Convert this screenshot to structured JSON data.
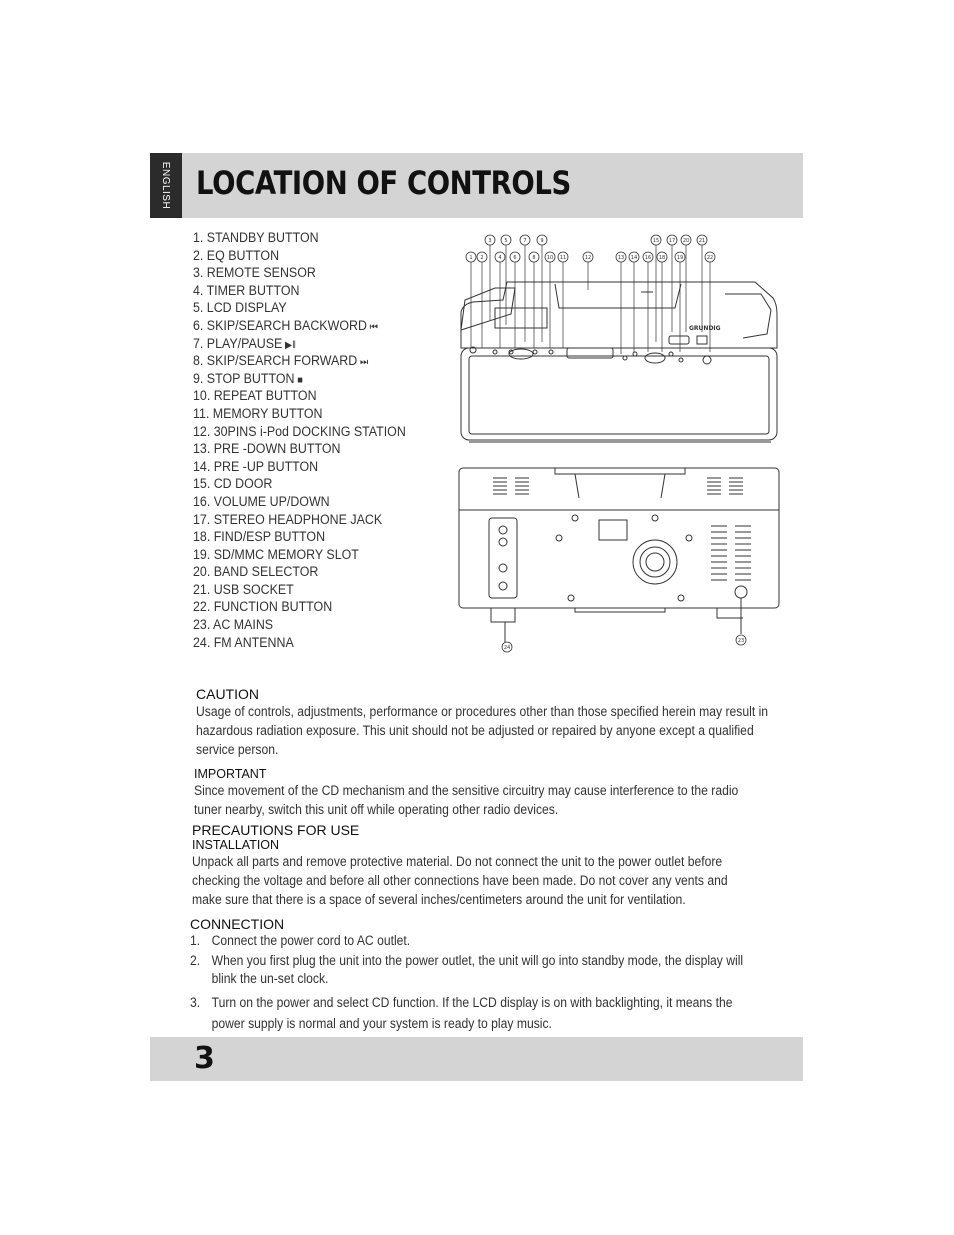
{
  "header": {
    "language_tab": "ENGLISH",
    "title": "LOCATION OF CONTROLS"
  },
  "controls": [
    {
      "label": "1. STANDBY BUTTON",
      "symbol": ""
    },
    {
      "label": "2. EQ BUTTON",
      "symbol": ""
    },
    {
      "label": "3. REMOTE SENSOR",
      "symbol": ""
    },
    {
      "label": "4. TIMER BUTTON",
      "symbol": ""
    },
    {
      "label": "5. LCD DISPLAY",
      "symbol": ""
    },
    {
      "label": "6. SKIP/SEARCH BACKWORD",
      "symbol": "⏮"
    },
    {
      "label": "7. PLAY/PAUSE",
      "symbol": "▶‖"
    },
    {
      "label": "8. SKIP/SEARCH FORWARD",
      "symbol": "⏭"
    },
    {
      "label": "9. STOP BUTTON",
      "symbol": "■"
    },
    {
      "label": "10. REPEAT BUTTON",
      "symbol": ""
    },
    {
      "label": "11. MEMORY BUTTON",
      "symbol": ""
    },
    {
      "label": "12. 30PINS i-Pod DOCKING STATION",
      "symbol": ""
    },
    {
      "label": "13. PRE -DOWN  BUTTON",
      "symbol": ""
    },
    {
      "label": "14. PRE -UP BUTTON",
      "symbol": ""
    },
    {
      "label": "15. CD DOOR",
      "symbol": ""
    },
    {
      "label": "16. VOLUME UP/DOWN",
      "symbol": ""
    },
    {
      "label": "17. STEREO HEADPHONE JACK",
      "symbol": ""
    },
    {
      "label": "18. FIND/ESP BUTTON",
      "symbol": ""
    },
    {
      "label": "19. SD/MMC MEMORY SLOT",
      "symbol": ""
    },
    {
      "label": "20. BAND  SELECTOR",
      "symbol": ""
    },
    {
      "label": "21. USB SOCKET",
      "symbol": ""
    },
    {
      "label": "22. FUNCTION BUTTON",
      "symbol": ""
    },
    {
      "label": "23. AC MAINS",
      "symbol": ""
    },
    {
      "label": "24. FM ANTENNA",
      "symbol": ""
    }
  ],
  "diagram": {
    "brand": "GRUNDIG",
    "callouts_top_row": [
      "3",
      "5",
      "7",
      "9",
      "15",
      "17",
      "20",
      "21"
    ],
    "callouts_second_row": [
      "1",
      "2",
      "4",
      "6",
      "8",
      "10",
      "11",
      "12",
      "13",
      "14",
      "16",
      "18",
      "19",
      "22"
    ],
    "callouts_back": [
      "24",
      "23"
    ]
  },
  "caution": {
    "heading": "CAUTION",
    "text": "Usage of controls, adjustments, performance or procedures other than those specified herein may result in hazardous radiation exposure. This unit should not be adjusted or repaired by anyone except a qualified service person."
  },
  "important": {
    "heading": "IMPORTANT",
    "text": "Since movement of the CD mechanism and the sensitive circuitry may cause interference to the radio tuner nearby, switch this unit off while operating other radio devices."
  },
  "precautions": {
    "heading": "PRECAUTIONS FOR USE",
    "subheading": "INSTALLATION",
    "text": "Unpack all parts and remove protective material. Do not connect the unit to the power outlet before checking the voltage and before all other connections have been made. Do not cover any vents and make sure that there is a space of several inches/centimeters around the unit for ventilation."
  },
  "connection": {
    "heading": "CONNECTION",
    "items": [
      {
        "num": "1.",
        "text": "Connect the power cord to AC outlet."
      },
      {
        "num": "2.",
        "text": "When you first plug the unit into the power outlet, the unit will go into standby mode, the display will blink the un-set clock."
      },
      {
        "num": "3.",
        "text": "Turn on the power and select CD function. If the LCD display is on with backlighting, it means the power supply is normal and your system is ready to play music."
      }
    ]
  },
  "footer": {
    "page_number": "3"
  }
}
